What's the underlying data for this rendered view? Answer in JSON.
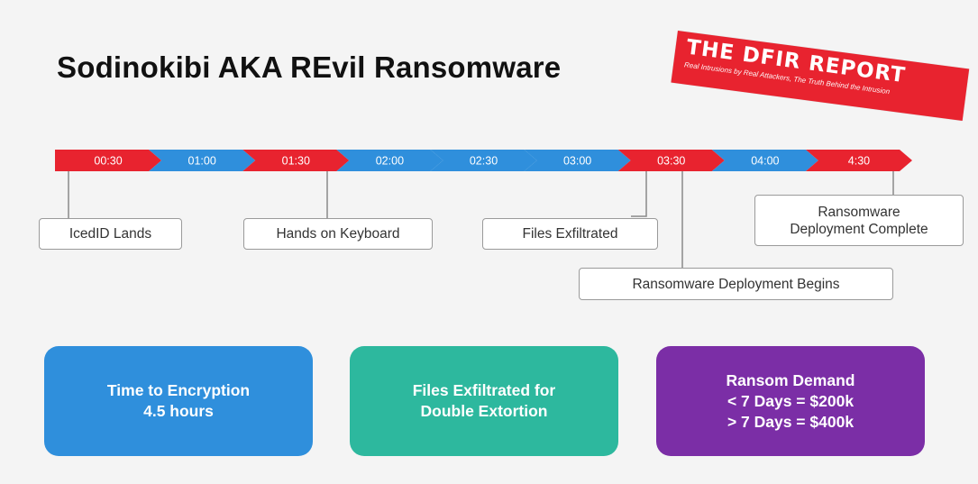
{
  "title": "Sodinokibi AKA REvil Ransomware",
  "stamp": {
    "title": "THE DFIR REPORT",
    "subtitle": "Real Intrusions by Real Attackers, The Truth Behind the Intrusion",
    "color": "#e8232f"
  },
  "timeline": {
    "segments": [
      {
        "label": "00:30",
        "color": "red"
      },
      {
        "label": "01:00",
        "color": "blue"
      },
      {
        "label": "01:30",
        "color": "red"
      },
      {
        "label": "02:00",
        "color": "blue"
      },
      {
        "label": "02:30",
        "color": "blue"
      },
      {
        "label": "03:00",
        "color": "blue"
      },
      {
        "label": "03:30",
        "color": "red"
      },
      {
        "label": "04:00",
        "color": "blue"
      },
      {
        "label": "4:30",
        "color": "red"
      }
    ],
    "colors": {
      "red": "#e8232f",
      "blue": "#2f8fdc"
    }
  },
  "events": [
    {
      "lines": [
        "IcedID Lands"
      ]
    },
    {
      "lines": [
        "Hands on Keyboard"
      ]
    },
    {
      "lines": [
        "Files Exfiltrated"
      ]
    },
    {
      "lines": [
        "Ransomware",
        "Deployment Complete"
      ]
    },
    {
      "lines": [
        "Ransomware Deployment Begins"
      ]
    }
  ],
  "cards": [
    {
      "lines": [
        "Time to Encryption",
        "4.5 hours"
      ],
      "color": "#2f8fdc"
    },
    {
      "lines": [
        "Files Exfiltrated for",
        "Double Extortion"
      ],
      "color": "#2db89e"
    },
    {
      "lines": [
        "Ransom Demand",
        "< 7 Days = $200k",
        "> 7 Days = $400k"
      ],
      "color": "#7b2ea6"
    }
  ]
}
